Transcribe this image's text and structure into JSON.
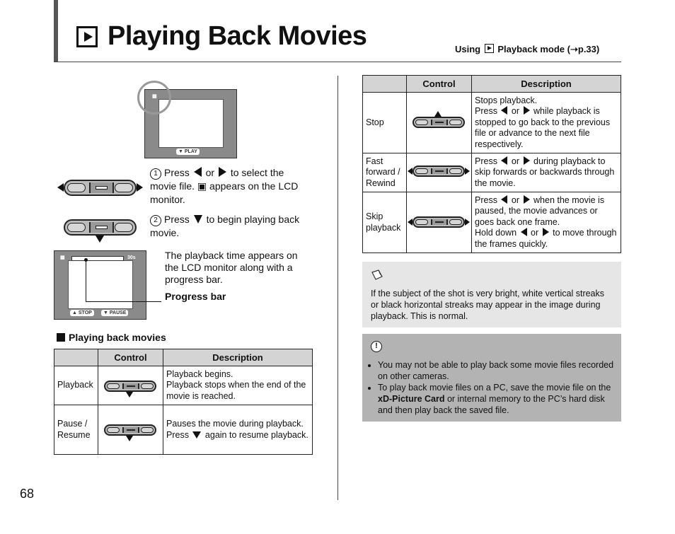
{
  "page": {
    "title": "Playing Back Movies",
    "using_prefix": "Using",
    "using_suffix": "Playback mode (",
    "using_ref": "➝p.33)",
    "page_number": "68"
  },
  "lcd1": {
    "chip_label": "PLAY"
  },
  "steps": [
    {
      "num": "1",
      "text_a": "Press",
      "text_b": "or",
      "text_c": "to select the movie file.",
      "text_d": "appears on the LCD monitor."
    },
    {
      "num": "2",
      "text_a": "Press",
      "text_b": "to begin playing back movie."
    }
  ],
  "lcd2": {
    "time": "30s",
    "stop_label": "STOP",
    "pause_label": "PAUSE"
  },
  "progress_note": "The playback time appears on the LCD monitor along with a progress bar.",
  "progress_label": "Progress bar",
  "section_heading": "Playing back movies",
  "table_left": {
    "headers": [
      "Control",
      "Description"
    ],
    "rows": [
      {
        "name": "Playback",
        "desc_lines": [
          "Playback begins.",
          "Playback stops when the end of the movie is reached."
        ]
      },
      {
        "name": "Pause / Resume",
        "desc_a": "Pauses the movie during playback.",
        "desc_b": "Press",
        "desc_c": "again to resume playback."
      }
    ]
  },
  "table_right": {
    "headers": [
      "Control",
      "Description"
    ],
    "rows": [
      {
        "name": "Stop",
        "l1": "Stops playback.",
        "l2a": "Press",
        "l2b": "or",
        "l2c": "while playback is stopped to go back to the previous file or advance to the next file respectively."
      },
      {
        "name": "Fast forward / Rewind",
        "a": "Press",
        "b": "or",
        "c": "during playback to skip forwards or backwards through the movie."
      },
      {
        "name": "Skip playback",
        "a": "Press",
        "b": "or",
        "c": "when the movie is paused, the movie advances or goes back one frame.",
        "d": "Hold down",
        "e": "or",
        "f": "to move through the frames quickly."
      }
    ]
  },
  "memo_text": "If the subject of the shot is very bright, white vertical streaks or black horizontal streaks may appear in the image during playback. This is normal.",
  "caution": {
    "bullet1": "You may not be able to play back some movie files recorded on other cameras.",
    "bullet2_a": "To play back movie files on a PC, save the movie file on the",
    "bullet2_bold": "xD-Picture Card",
    "bullet2_b": "or internal memory to the PC’s hard disk and then play back the saved file."
  },
  "colors": {
    "memo_bg": "#e6e6e6",
    "caution_bg": "#b3b3b3",
    "header_cell": "#d4d4d4"
  },
  "icons": [
    "play-mode-icon",
    "movie-icon",
    "memo-icon",
    "caution-icon",
    "left-arrow-icon",
    "right-arrow-icon",
    "down-arrow-icon",
    "up-arrow-icon"
  ]
}
